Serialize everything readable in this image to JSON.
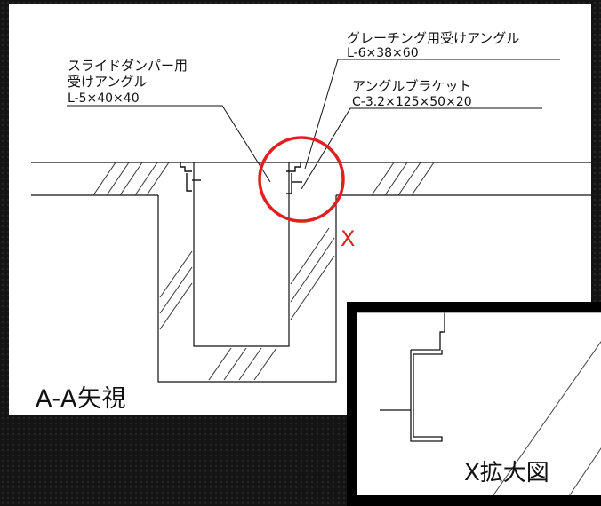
{
  "labels": {
    "slide_damper_line1": "スライドダンパー用",
    "slide_damper_line2": "受けアングル",
    "slide_damper_spec": "L-5×40×40",
    "grating_angle": "グレーチング用受けアングル",
    "grating_angle_spec": "L-6×38×60",
    "bracket": "アングルブラケット",
    "bracket_spec": "C-3.2×125×50×20"
  },
  "view_title": "A-A矢視",
  "detail_marker": "X",
  "inset_title": "X拡大図",
  "colors": {
    "highlight": "#e02020",
    "line": "#111111",
    "hatch": "#333333"
  }
}
